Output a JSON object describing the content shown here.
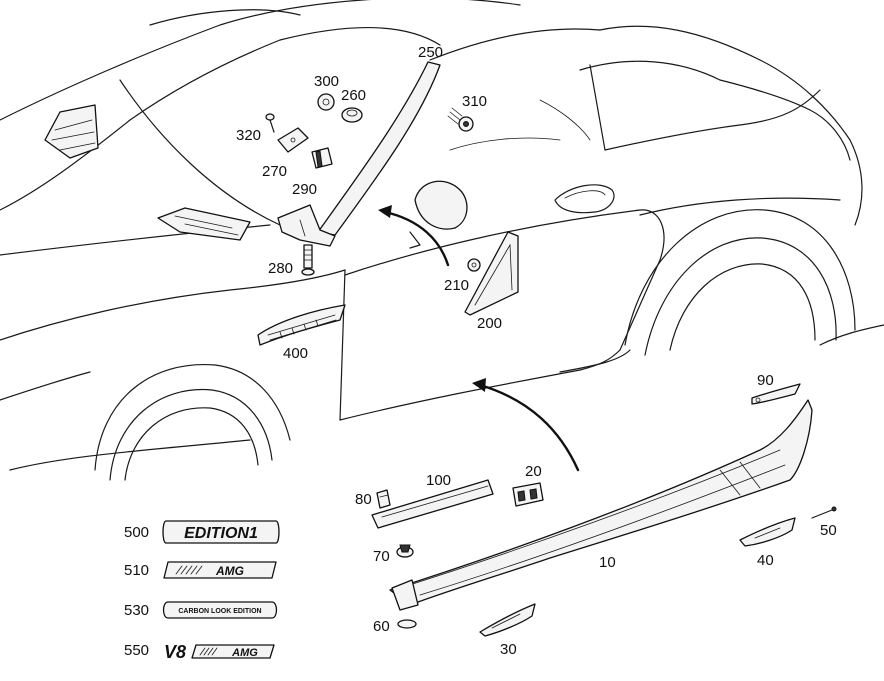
{
  "callouts": [
    {
      "id": "250",
      "label": "250"
    },
    {
      "id": "300",
      "label": "300"
    },
    {
      "id": "260",
      "label": "260"
    },
    {
      "id": "310",
      "label": "310"
    },
    {
      "id": "320",
      "label": "320"
    },
    {
      "id": "270",
      "label": "270"
    },
    {
      "id": "290",
      "label": "290"
    },
    {
      "id": "280",
      "label": "280"
    },
    {
      "id": "210",
      "label": "210"
    },
    {
      "id": "200",
      "label": "200"
    },
    {
      "id": "400",
      "label": "400"
    },
    {
      "id": "90",
      "label": "90"
    },
    {
      "id": "100",
      "label": "100"
    },
    {
      "id": "20",
      "label": "20"
    },
    {
      "id": "80",
      "label": "80"
    },
    {
      "id": "50",
      "label": "50"
    },
    {
      "id": "70",
      "label": "70"
    },
    {
      "id": "10",
      "label": "10"
    },
    {
      "id": "40",
      "label": "40"
    },
    {
      "id": "60",
      "label": "60"
    },
    {
      "id": "30",
      "label": "30"
    }
  ],
  "badges": [
    {
      "number": "500",
      "text": "EDITION1"
    },
    {
      "number": "510",
      "text": "AMG"
    },
    {
      "number": "530",
      "text": "CARBON LOOK EDITION"
    },
    {
      "number": "550",
      "text_prefix": "V8",
      "text": "AMG"
    }
  ]
}
